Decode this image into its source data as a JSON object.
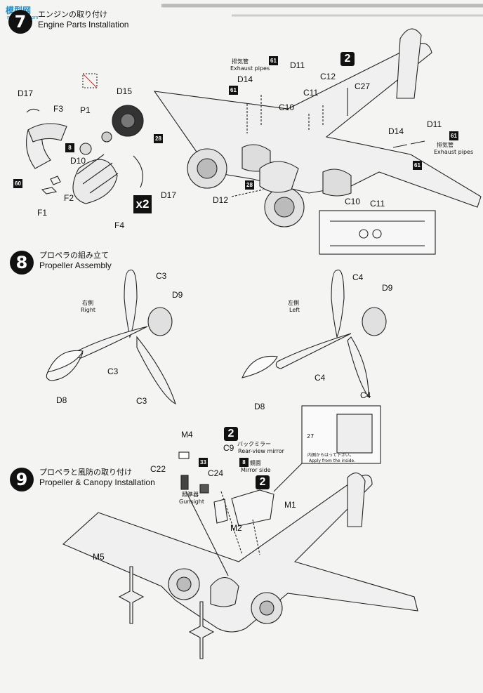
{
  "watermark": {
    "text": "模型网",
    "url": "mao.mao.com"
  },
  "step7": {
    "number": "7",
    "title_jp": "エンジンの取り付け",
    "title_en": "Engine Parts Installation"
  },
  "step8": {
    "number": "8",
    "title_jp": "プロペラの組み立て",
    "title_en": "Propeller Assembly"
  },
  "step9": {
    "number": "9",
    "title_jp": "プロペラと風防の取り付け",
    "title_en": "Propeller & Canopy Installation"
  },
  "engine_labels": {
    "d17a": "D17",
    "f3": "F3",
    "d15": "D15",
    "p1": "P1",
    "d10": "D10",
    "badge8": "8",
    "badge28a": "28",
    "badge60": "60",
    "f2": "F2",
    "f1": "F1",
    "f4": "F4",
    "d17b": "D17",
    "x2": "x2",
    "exhaust_jp_a": "排気管",
    "exhaust_en_a": "Exhaust pipes",
    "b61a": "61",
    "b61b": "61",
    "d14a": "D14",
    "d11a": "D11",
    "big2": "2",
    "c12": "C12",
    "c27": "C27",
    "c11a": "C11",
    "c10a": "C10",
    "d14b": "D14",
    "d11b": "D11",
    "b61c": "61",
    "exhaust_jp_b": "排気管",
    "exhaust_en_b": "Exhaust pipes",
    "b61d": "61",
    "b28b": "28",
    "d12": "D12",
    "c10b": "C10",
    "c11b": "C11"
  },
  "propeller_labels": {
    "c3a": "C3",
    "d9a": "D9",
    "right_jp": "右側",
    "right_en": "Right",
    "c3b": "C3",
    "d8a": "D8",
    "c3c": "C3",
    "c4a": "C4",
    "d9b": "D9",
    "left_jp": "左側",
    "left_en": "Left",
    "c4b": "C4",
    "d8b": "D8",
    "c4c": "C4"
  },
  "canopy_labels": {
    "m4": "M4",
    "big2": "2",
    "c9": "C9",
    "mirror_jp": "バックミラー",
    "mirror_en": "Rear-view mirror",
    "b8": "8",
    "mirror_side_jp": "鏡面",
    "mirror_side_en": "Mirror side",
    "c22": "C22",
    "b33": "33",
    "c24": "C24",
    "gunsight_jp": "照準器",
    "gunsight_en": "Gunsight",
    "b2": "2",
    "m1": "M1",
    "m2": "M2",
    "m5": "M5",
    "inset_num": "27",
    "inset_jp": "内側からはって下さい。",
    "inset_en": "Apply from the inside."
  }
}
